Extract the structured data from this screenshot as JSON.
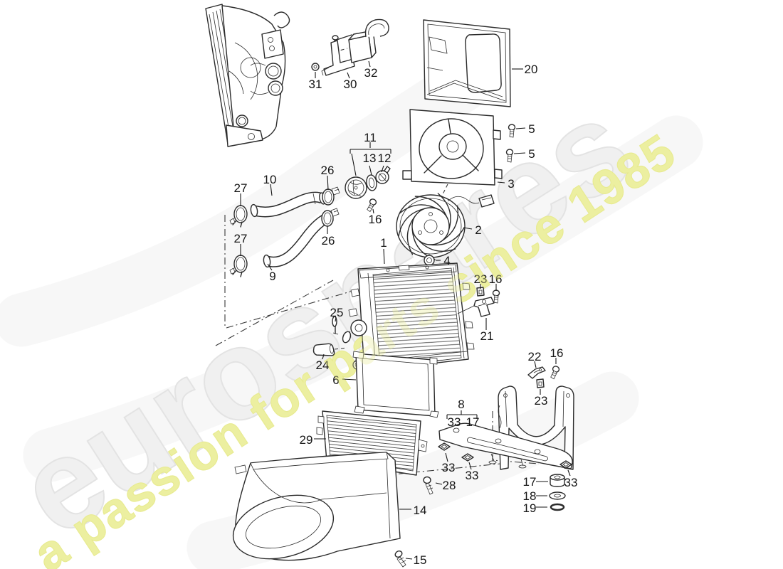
{
  "watermark": {
    "brand": "eurospares",
    "tagline": "a passion for parts since 1985",
    "brand_color": "#f0f0f0",
    "tagline_color": "#ecefa0"
  },
  "callouts": {
    "c1": "1",
    "c2": "2",
    "c3": "3",
    "c4": "4",
    "c5a": "5",
    "c5b": "5",
    "c6": "6",
    "c8": "8",
    "c9": "9",
    "c10": "10",
    "c11": "11",
    "c12": "12",
    "c13": "13",
    "c14": "14",
    "c15": "15",
    "c16a": "16",
    "c16b": "16",
    "c16c": "16",
    "c17a": "17",
    "c17b": "17",
    "c18": "18",
    "c19": "19",
    "c20": "20",
    "c21": "21",
    "c22": "22",
    "c23a": "23",
    "c23b": "23",
    "c24": "24",
    "c25": "25",
    "c26a": "26",
    "c26b": "26",
    "c27a": "27",
    "c27b": "27",
    "c28": "28",
    "c29": "29",
    "c30": "30",
    "c31": "31",
    "c32": "32",
    "c33a": "33",
    "c33b": "33",
    "c33c": "33",
    "c33d": "33"
  }
}
